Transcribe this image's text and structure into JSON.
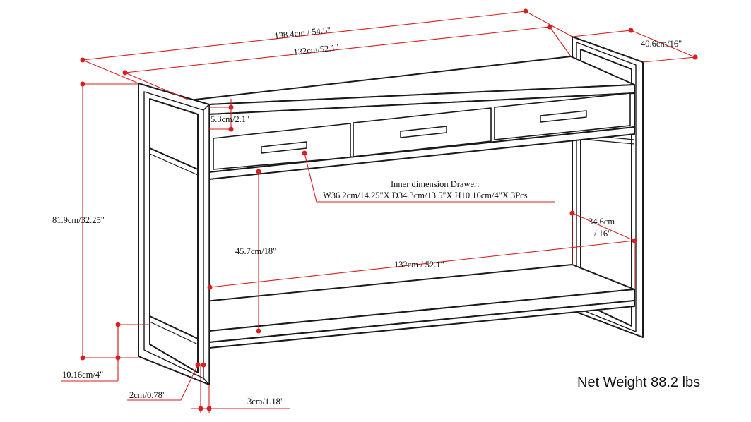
{
  "labels": {
    "overall_length": "138.4cm / 54.5\"",
    "top_length": "132cm/52.1\"",
    "depth": "40.6cm/16\"",
    "drawer_front_height": "5.3cm/2.1\"",
    "drawer_note_line1": "Inner dimension Drawer:",
    "drawer_note_line2": "W36.2cm/14.25\"X D34.3cm/13.5\"X H10.16cm/4\"X 3Pcs",
    "total_height": "81.9cm/32.25\"",
    "shelf_clearance": "45.7cm/18\"",
    "shelf_depth_line1": "34.6cm",
    "shelf_depth_line2": "/ 16\"",
    "shelf_length": "132cm / 52.1\"",
    "bottom_clearance": "10.16cm/4\"",
    "leg_thickness_1": "2cm/0.78\"",
    "leg_thickness_2": "3cm/1.18\""
  },
  "net_weight": "Net Weight 88.2 lbs",
  "colors": {
    "dimension_line": "#d81e1e",
    "outline": "#1a1a1a",
    "background": "#ffffff"
  }
}
